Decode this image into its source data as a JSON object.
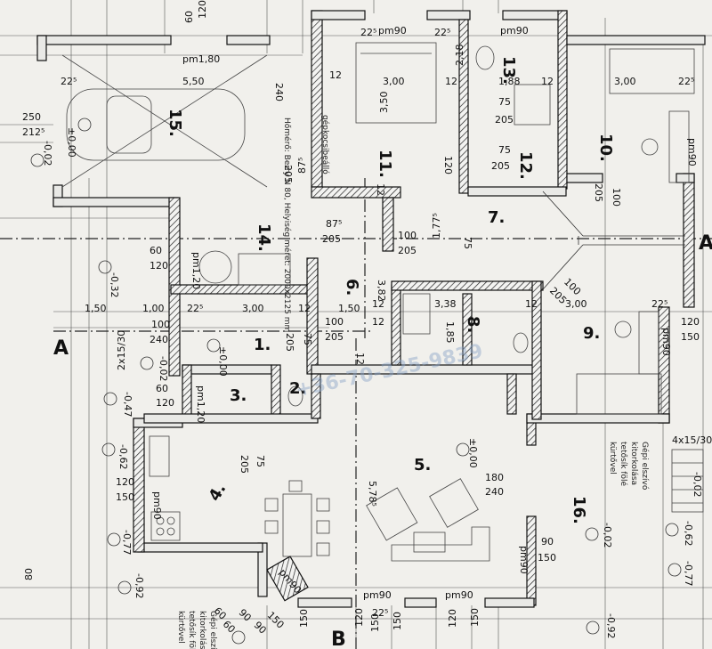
{
  "rooms": {
    "r1": "1.",
    "r2": "2.",
    "r3": "3.",
    "r4": "4.",
    "r5": "5.",
    "r6": "6.",
    "r7": "7.",
    "r8": "8.",
    "r9": "9.",
    "r10": "10.",
    "r11": "11.",
    "r12": "12.",
    "r13": "13.",
    "r14": "14.",
    "r15": "15.",
    "r16": "16."
  },
  "axes": {
    "a_left": "A",
    "a_right": "A",
    "b_bottom": "B"
  },
  "levels": {
    "l15": "±0,00",
    "l1": "±0,00",
    "l5": "±0,00",
    "m032": "-0,32",
    "m002a": "-0,02",
    "m047": "-0,47",
    "m062": "-0,62",
    "m077": "-0,77",
    "m092": "-0,92",
    "m002b": "-0,02",
    "m002c": "-0,02",
    "m062r": "-0,62",
    "m077r": "-0,77",
    "m092r": "-0,92",
    "m002d": "-0,02"
  },
  "parapets": {
    "pm180": "pm1,80",
    "pm90a": "pm90",
    "pm90b": "pm90",
    "pm90c": "pm90",
    "pm90d": "pm90",
    "pm90e": "pm90",
    "pm90f": "pm90",
    "pm90g": "pm90",
    "pm90h": "pm90",
    "pm90i": "pm90",
    "pm120a": "pm1,20",
    "pm120b": "pm1,20"
  },
  "dims": {
    "d120t": "120",
    "d60t": "60",
    "d225a": "22⁵",
    "d550": "5,50",
    "d250": "250",
    "d2125": "212⁵",
    "d240": "240",
    "d205a": "205",
    "d875a": "87⁵",
    "d12a": "12",
    "d300a": "3,00",
    "d350": "3,50",
    "d225b": "22⁵",
    "d225c": "22⁵",
    "d218": "2,18",
    "d188": "1,88",
    "d75a": "75",
    "d205b": "205",
    "d75b": "75",
    "d205c": "205",
    "d12b": "12",
    "d12c": "12",
    "d300b": "3,00",
    "d225d": "22⁵",
    "d205d": "205",
    "d100a": "100",
    "d120a": "120",
    "d12d": "12",
    "d875b": "87⁵",
    "d205e": "205",
    "d100b": "100",
    "d1775": "1,77⁵",
    "d205f": "205",
    "d75c": "75",
    "d60a": "60",
    "d120b": "120",
    "d382": "3,82",
    "d338": "3,38",
    "d12e": "12",
    "d100c": "100",
    "d205g": "205",
    "d12f": "12",
    "d300c": "3,00",
    "d225e": "22⁵",
    "d120c": "120",
    "d150a": "150",
    "d150b": "1,50",
    "d100d": "1,00",
    "d225f": "22⁵",
    "d300d": "3,00",
    "d12g": "12",
    "d150c": "1,50",
    "d12h": "12",
    "d100e": "100",
    "d240b": "240",
    "d205h": "205",
    "d75d": "75",
    "d100f": "100",
    "d205i": "205",
    "d12i": "12",
    "d185": "1,85",
    "d2x1530": "2x15/30",
    "d60b": "60",
    "d120d": "120",
    "d205j": "205",
    "d75e": "75",
    "d120e": "120",
    "d150d": "150",
    "d578": "5,78⁵",
    "d180": "180",
    "d240c": "240",
    "d90a": "90",
    "d150e": "150",
    "d4x1530": "4x15/30",
    "d80": "80",
    "d90b": "90",
    "d60c": "60",
    "d150f": "150",
    "d90c": "90",
    "d60d": "60",
    "d150g": "150",
    "d120f": "120",
    "d150h": "150",
    "d150i": "150",
    "d120g": "120",
    "d150j": "150",
    "d225g": "22⁵"
  },
  "labels": {
    "bedroom_garage_note": "Hőmérő: Berry N 80, Helyiség méret: 2000x2125 mm",
    "garage_tag": "gépkocsibeálló",
    "machine_note_a": "Gépi elszívó",
    "machine_note_b": "kitorkolása",
    "machine_note_c": "tetősík fölé",
    "machine_note_d": "kürtővel",
    "machine_note2_a": "Gépi elszívó",
    "machine_note2_b": "kitorkolása",
    "machine_note2_c": "tetősík fölé",
    "machine_note2_d": "kürtővel",
    "watermark": "+36-70-325-9839"
  }
}
